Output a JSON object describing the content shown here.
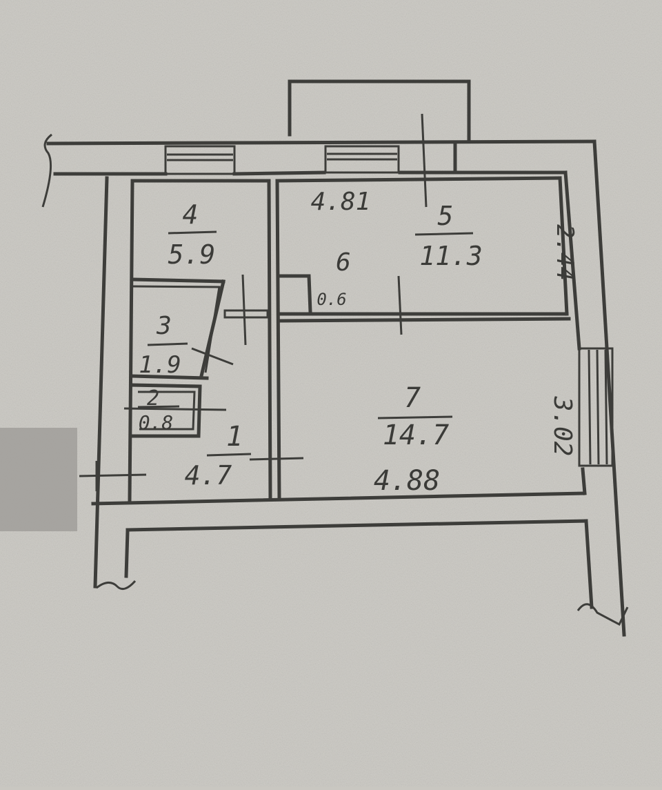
{
  "plan": {
    "rooms": [
      {
        "number": "1",
        "area": "4.7"
      },
      {
        "number": "2",
        "area": "0.8"
      },
      {
        "number": "3",
        "area": "1.9"
      },
      {
        "number": "4",
        "area": "5.9"
      },
      {
        "number": "5",
        "area": "11.3"
      },
      {
        "number": "6",
        "area": "0.6"
      },
      {
        "number": "7",
        "area": "14.7"
      }
    ],
    "dimensions": {
      "top_width": "4.81",
      "right_height_upper": "2.44",
      "right_height_lower": "3.02",
      "bottom_width": "4.88"
    }
  },
  "colors": {
    "paper": "#c9c7c1",
    "ink": "#3d3d3a"
  }
}
